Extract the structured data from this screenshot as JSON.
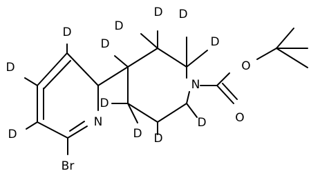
{
  "molecule": {
    "atom_labels": {
      "N_pyridine": "N",
      "Br": "Br",
      "N_piperidine": "N",
      "O_ester": "O",
      "O_carbonyl": "O",
      "D": "D"
    },
    "deuterium_count": 12
  }
}
